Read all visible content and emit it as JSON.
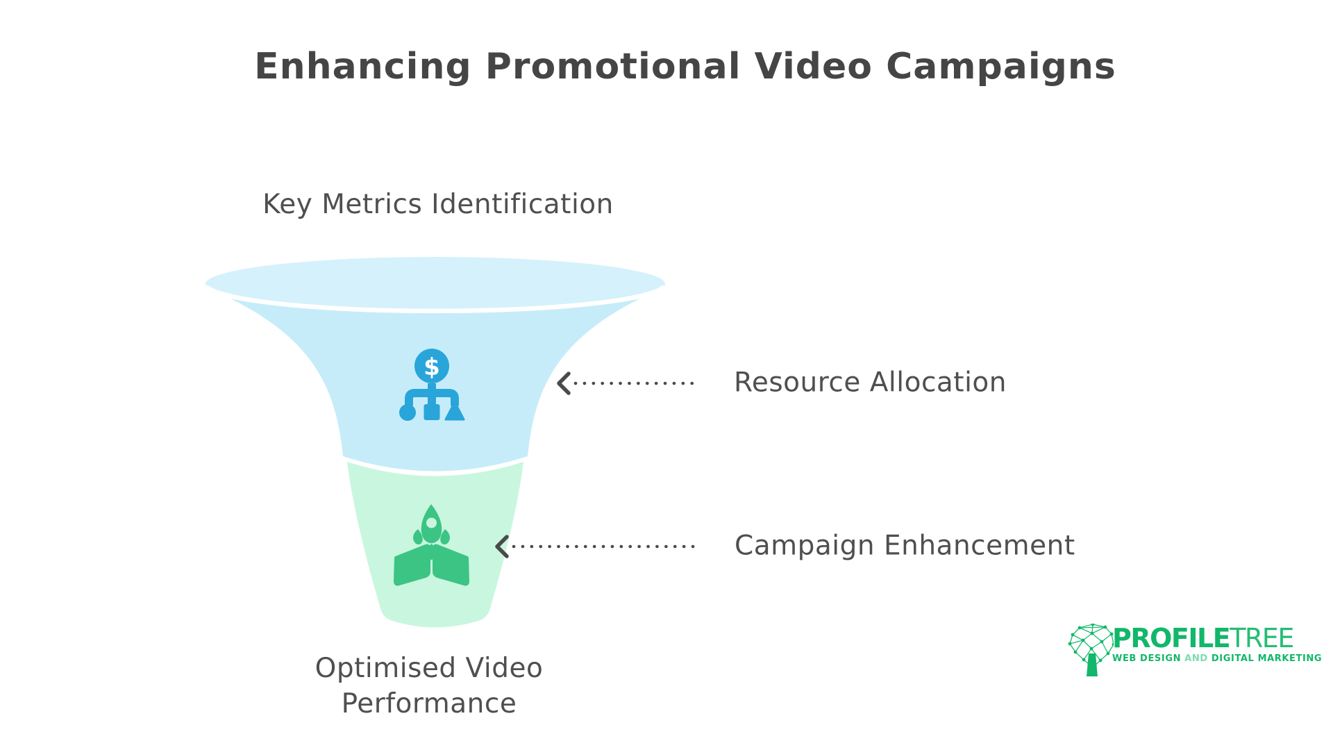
{
  "title": {
    "text": "Enhancing Promotional Video Campaigns",
    "color": "#454545"
  },
  "funnel": {
    "top_label": "Key Metrics Identification",
    "bottom_label": "Optimised Video Performance",
    "label_color": "#4f4f4f",
    "stages": [
      {
        "label": "Resource Allocation",
        "fill": "#c7ecf9",
        "rim_fill": "#d5f1fc",
        "icon": "money-allocation-icon",
        "icon_color": "#29a5da",
        "icon_glyph": "$"
      },
      {
        "label": "Campaign Enhancement",
        "fill": "#c9f6df",
        "icon": "rocket-launch-icon",
        "icon_color": "#3cc484"
      }
    ],
    "arrow": {
      "style": "dotted",
      "color": "#4a4a4a",
      "icon": "left-chevron-dotted-arrow-icon"
    }
  },
  "logo": {
    "icon": "network-tree-icon",
    "brand_primary": "PROFILE",
    "brand_secondary": "TREE",
    "tagline_prefix": "WEB DESIGN",
    "tagline_conjunction": "AND",
    "tagline_suffix": "DIGITAL MARKETING",
    "color": "#12b76a",
    "muted_color": "#7ddcae"
  }
}
